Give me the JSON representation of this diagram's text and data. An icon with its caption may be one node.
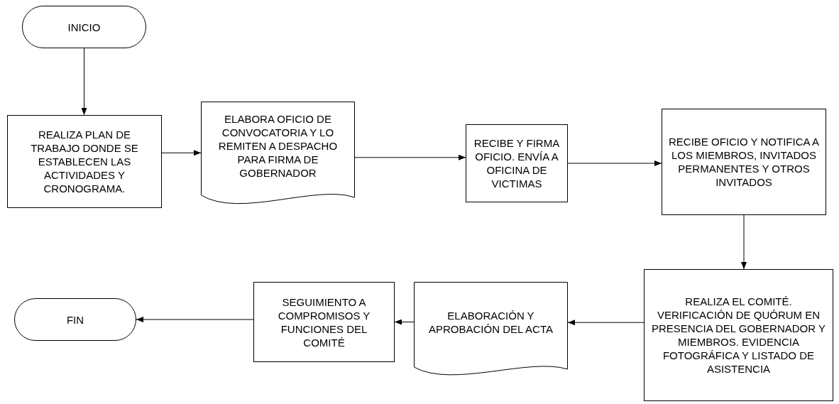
{
  "diagram": {
    "nodes": [
      {
        "text": [
          "INICIO"
        ]
      },
      {
        "text": [
          "REALIZA  PLAN DE TRABAJO DONDE SE ESTABLECEN LAS ACTIVIDADES Y CRONOGRAMA."
        ]
      },
      {
        "text": [
          "ELABORA OFICIO DE CONVOCATORIA Y LO REMITEN A DESPACHO PARA FIRMA DE GOBERNADOR"
        ]
      },
      {
        "text": [
          "RECIBE Y FIRMA OFICIO. ENVÍA A OFICINA DE VICTIMAS"
        ]
      },
      {
        "text": [
          "RECIBE OFICIO Y NOTIFICA A LOS MIEMBROS, INVITADOS PERMANENTES Y OTROS INVITADOS"
        ]
      },
      {
        "text": [
          "REALIZA EL COMITÉ. VERIFICACIÓN DE QUÓRUM EN  PRESENCIA DEL GOBERNADOR Y MIEMBROS. EVIDENCIA FOTOGRÁFICA Y LISTADO DE ASISTENCIA"
        ]
      },
      {
        "text": [
          "ELABORACIÓN Y APROBACIÓN DEL ACTA"
        ]
      },
      {
        "text": [
          "SEGUIMIENTO A COMPROMISOS Y FUNCIONES DEL COMITÉ"
        ]
      },
      {
        "text": [
          "FIN"
        ]
      }
    ],
    "edges": [
      {
        "from": 0,
        "to": 1,
        "arrow": "to"
      },
      {
        "from": 1,
        "to": 2,
        "arrow": "to"
      },
      {
        "from": 2,
        "to": 3,
        "arrow": "to"
      },
      {
        "from": 3,
        "to": 4,
        "arrow": "to"
      },
      {
        "from": 4,
        "to": 5,
        "arrow": "to"
      },
      {
        "from": 5,
        "to": 6,
        "arrow": "to"
      },
      {
        "from": 6,
        "to": 7,
        "arrow": "to"
      },
      {
        "from": 7,
        "to": 8,
        "arrow": "to"
      }
    ]
  }
}
